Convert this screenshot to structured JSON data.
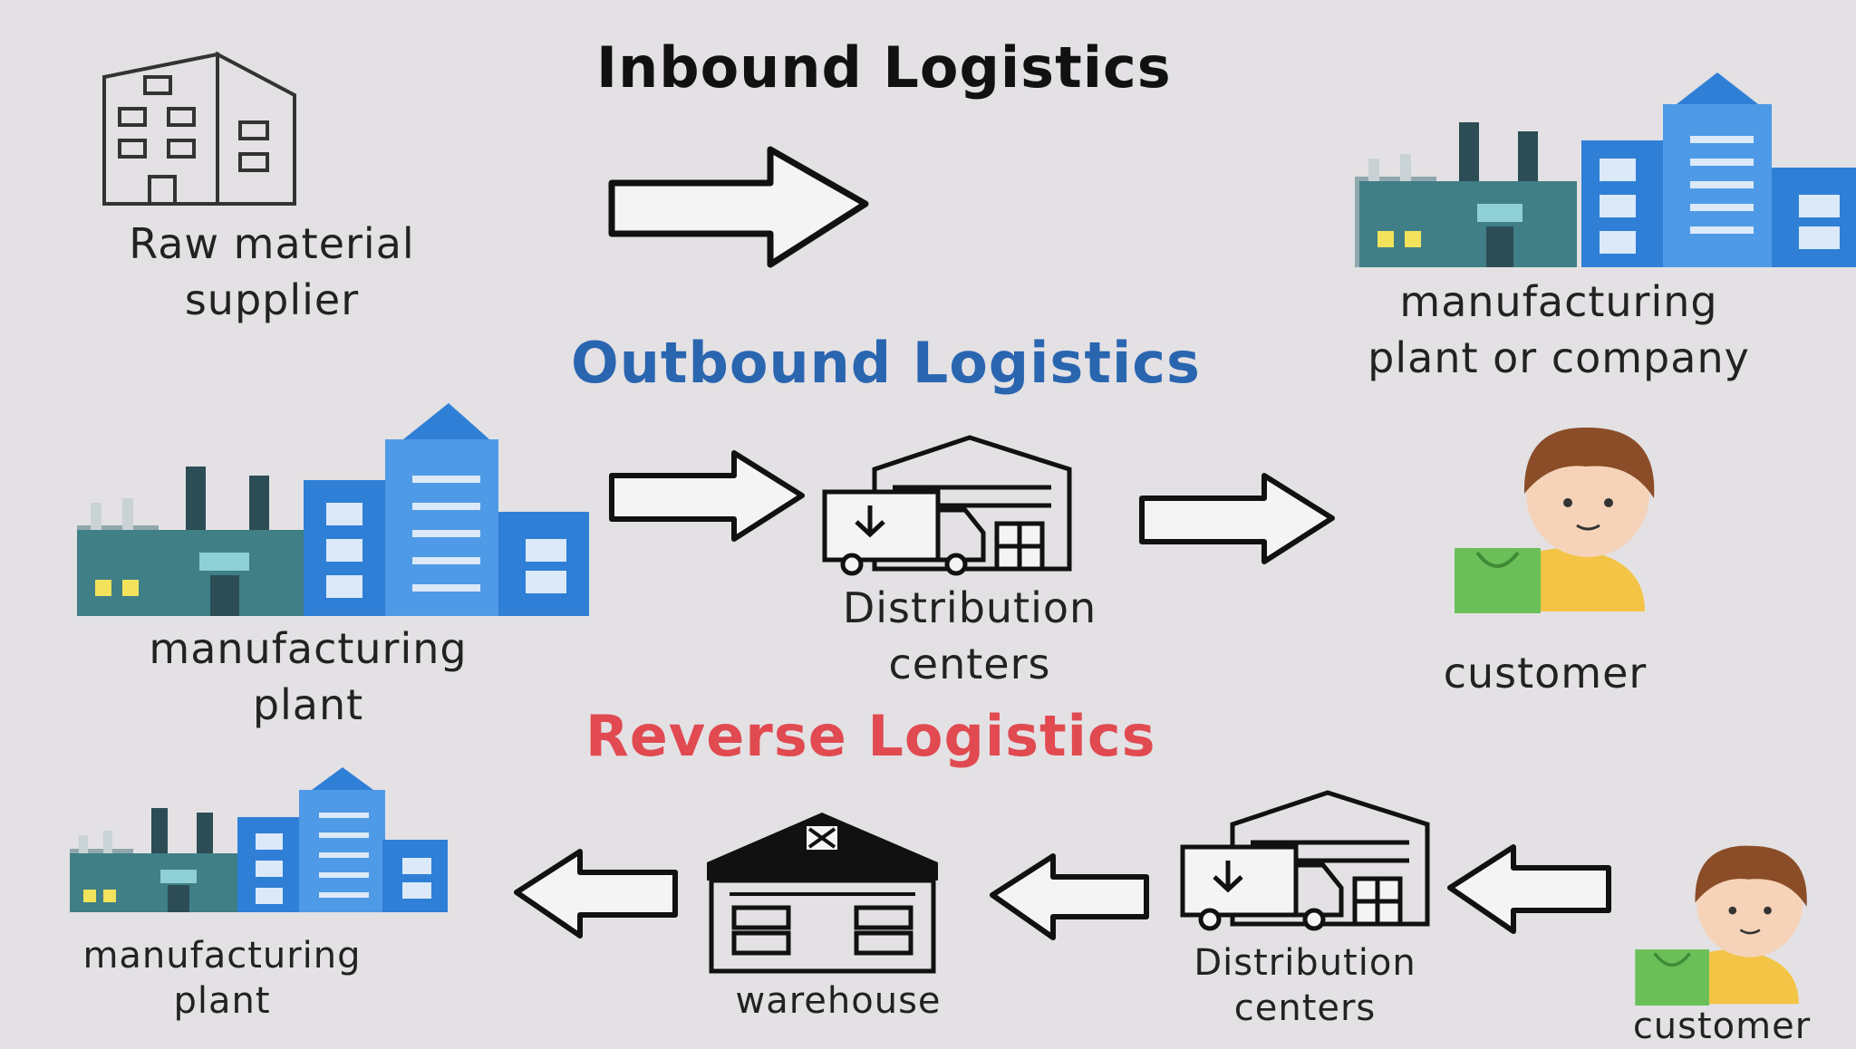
{
  "titles": {
    "inbound": "Inbound Logistics",
    "outbound": "Outbound Logistics",
    "reverse": "Reverse Logistics"
  },
  "labels": {
    "raw_supplier": [
      "Raw material",
      "supplier"
    ],
    "inbound_plant": [
      "manufacturing",
      "plant or company"
    ],
    "outbound_plant": [
      "manufacturing",
      "plant"
    ],
    "outbound_dc": [
      "Distribution",
      "centers"
    ],
    "outbound_customer": "customer",
    "reverse_plant": [
      "manufacturing",
      "plant"
    ],
    "reverse_warehouse": "warehouse",
    "reverse_dc": [
      "Distribution",
      "centers"
    ],
    "reverse_customer": "customer"
  },
  "colors": {
    "background": "#e3e1e4",
    "inbound_title": "#111111",
    "outbound_title": "#2a65b0",
    "reverse_title": "#e04a50",
    "building_blue": "#2f7fd6",
    "building_light_blue": "#4f9ae6",
    "factory_teal": "#3f7f85",
    "customer_shirt": "#f3c445",
    "customer_bag": "#6bbf59"
  },
  "icons": {
    "raw_supplier": "office-building-outline-icon",
    "plant": "factory-and-skyscraper-icon",
    "dc": "delivery-truck-warehouse-icon",
    "warehouse": "warehouse-icon",
    "customer": "customer-with-bag-icon",
    "arrow_right": "arrow-right-icon",
    "arrow_left": "arrow-left-icon"
  }
}
